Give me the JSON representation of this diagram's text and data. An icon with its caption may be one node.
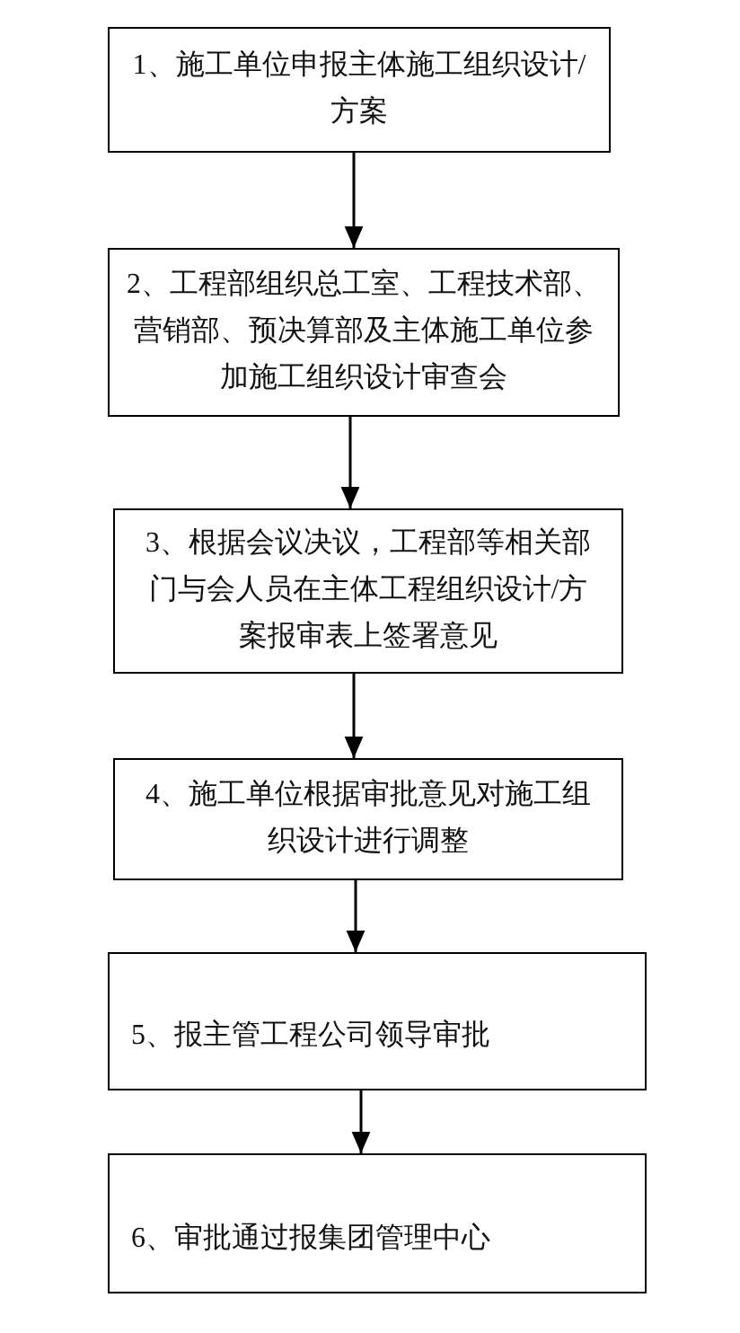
{
  "diagram": {
    "nodes": [
      {
        "text": [
          "1、施工单位申报主体施工组织设计/方案"
        ]
      },
      {
        "text": [
          "2、工程部组织总工室、工程技术部、营销部、预决算部及主体施工单位参加施工组织设计审查会"
        ]
      },
      {
        "text": [
          "3、根据会议决议，工程部等相关部门与会人员在主体工程组织设计/方案报审表上签署意见"
        ]
      },
      {
        "text": [
          "4、施工单位根据审批意见对施工组织设计进行调整"
        ]
      },
      {
        "text": [
          "5、报主管工程公司领导审批"
        ]
      },
      {
        "text": [
          "6、审批通过报集团管理中心"
        ]
      }
    ],
    "edges": [
      {
        "from": 0,
        "to": 1,
        "arrow": "to"
      },
      {
        "from": 1,
        "to": 2,
        "arrow": "to"
      },
      {
        "from": 2,
        "to": 3,
        "arrow": "to"
      },
      {
        "from": 3,
        "to": 4,
        "arrow": "to"
      },
      {
        "from": 4,
        "to": 5,
        "arrow": "to"
      }
    ]
  }
}
